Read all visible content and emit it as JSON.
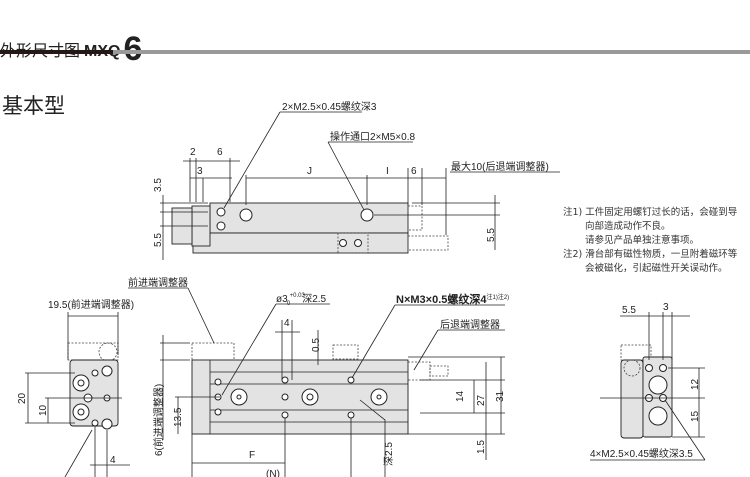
{
  "header": {
    "title": "外形尺寸图",
    "model": "MXQ",
    "size": "6"
  },
  "section": {
    "title": "基本型"
  },
  "top_view": {
    "callout_thread": "2×M2.5×0.45螺纹深3",
    "callout_port": "操作通口2×M5×0.8",
    "dim_2": "2",
    "dim_6a": "6",
    "dim_3": "3",
    "dim_J": "J",
    "dim_I": "I",
    "dim_6b": "6",
    "dim_max": "最大10(后退端调整器)",
    "dim_3_5": "3.5",
    "dim_5_5a": "5.5",
    "dim_5_5b": "5.5"
  },
  "notes": [
    {
      "label": "注1)",
      "lines": [
        "工件固定用螺钉过长的话，会碰到导",
        "向部造成动作不良。",
        "请参见产品单独注意事项。"
      ]
    },
    {
      "label": "注2)",
      "lines": [
        "滑台部有磁性物质，一旦附着磁环等",
        "会被磁化，引起磁性开关误动作。"
      ]
    }
  ],
  "end_view_left": {
    "dim_width": "19.5(前进端调整器)",
    "dim_20": "20",
    "dim_10": "10",
    "dim_4": "4"
  },
  "front_view": {
    "callout_front_adjuster": "前进端调整器",
    "callout_pin": "ø3",
    "tol_upper": "+0.03",
    "tol_lower": "0",
    "pin_depth": "深2.5",
    "callout_thread": "N×M3×0.5螺纹深4",
    "callout_thread_note": "注1)注2)",
    "callout_rear_adjuster": "后退端调整器",
    "dim_4": "4",
    "dim_0_5": "0.5",
    "dim_14": "14",
    "dim_27": "27",
    "dim_31": "31",
    "dim_1_5": "1.5",
    "dim_13_5": "13.5",
    "dim_6_front": "6(前进端调整器)",
    "dim_F": "F",
    "dim_N": "N",
    "dim_depth2_5": "深2.5"
  },
  "end_view_right": {
    "dim_5_5": "5.5",
    "dim_3": "3",
    "dim_12": "12",
    "dim_15": "15",
    "callout_thread": "4×M2.5×0.45螺纹深3.5"
  }
}
